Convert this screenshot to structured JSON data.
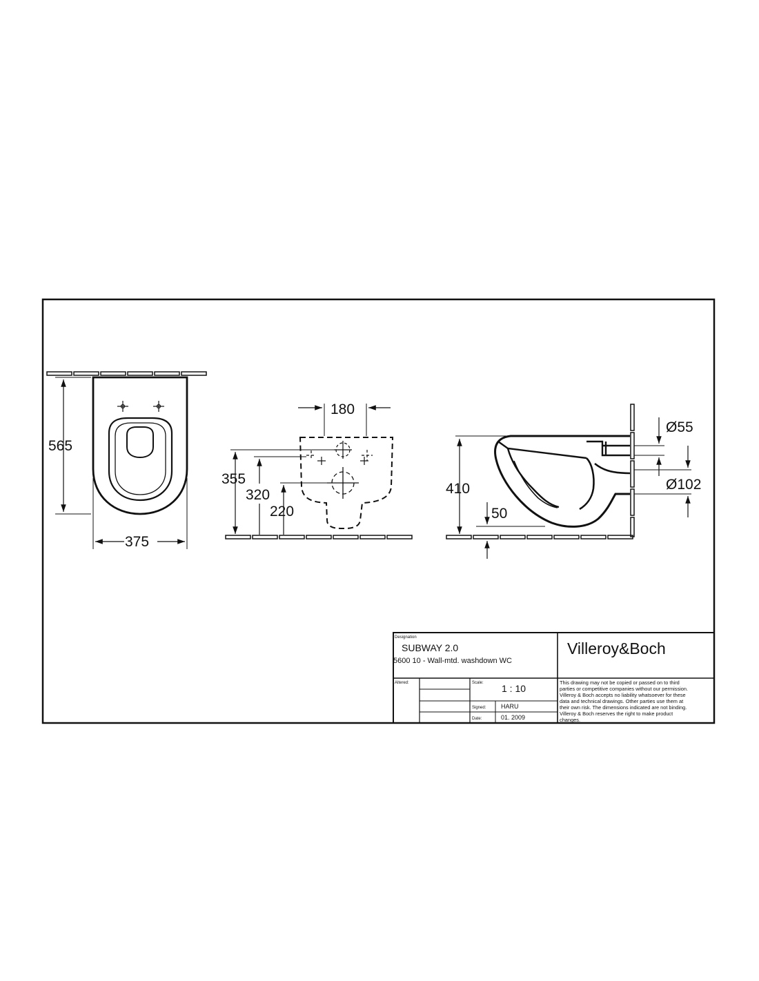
{
  "dimensions": {
    "top_view": {
      "depth": "565",
      "width": "375"
    },
    "wall_view": {
      "bolt_spacing": "180",
      "height_355": "355",
      "height_320": "320",
      "height_220": "220"
    },
    "side_view": {
      "rim_height": "410",
      "outlet_height": "50",
      "inlet_diameter": "Ø55",
      "outlet_diameter": "Ø102"
    }
  },
  "title_block": {
    "designation_label": "Designation",
    "product_name": "SUBWAY 2.0",
    "product_description": "5600 10 - Wall-mtd. washdown WC",
    "brand": "Villeroy&Boch",
    "altered_label": "Altered:",
    "scale_label": "Scale:",
    "scale_value": "1 : 10",
    "signed_label": "Signed:",
    "signed_value": "HARU",
    "date_label": "Date:",
    "date_value": "01. 2009",
    "disclaimer_lines": [
      "This drawing may not be copied or passed on to third",
      "parties or competitive companies without our permission.",
      "Villeroy & Boch accepts no liability whatsoever for these",
      "data and technical drawings. Other parties use them at",
      "their own risk. The dimensions indicated are not binding.",
      "Villeroy & Boch reserves the right to make product",
      "changes."
    ]
  },
  "colors": {
    "line": "#111111",
    "background": "#ffffff"
  }
}
